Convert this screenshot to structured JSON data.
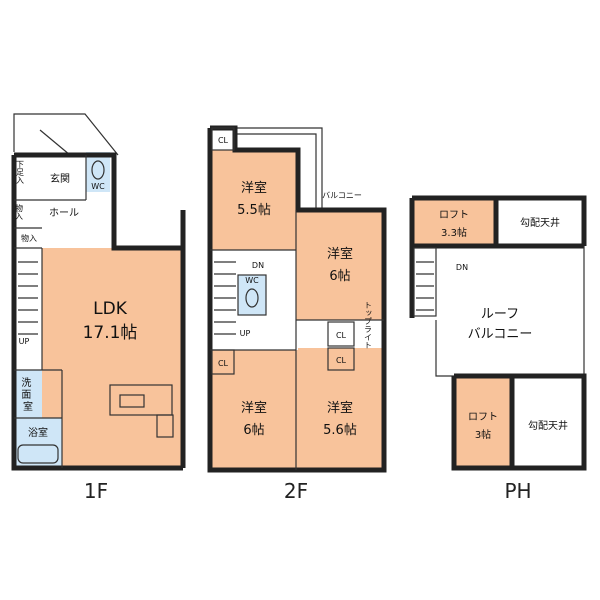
{
  "floors": {
    "f1": "1F",
    "f2": "2F",
    "ph": "PH"
  },
  "rooms_1f": {
    "genkan": "玄関",
    "wc": "WC",
    "shitaashi_iri": "下足入",
    "monoire_1": "物入",
    "monoire_2": "物入",
    "hall": "ホール",
    "ldk_name": "LDK",
    "ldk_size": "17.1帖",
    "senmen": "洗\n面\n室",
    "yokushitsu": "浴室",
    "up": "UP"
  },
  "rooms_2f": {
    "cl_1": "CL",
    "cl_2": "CL",
    "cl_3": "CL",
    "cl_4": "CL",
    "youshitsu_a_name": "洋室",
    "youshitsu_a_size": "5.5帖",
    "youshitsu_b_name": "洋室",
    "youshitsu_b_size": "6帖",
    "youshitsu_c_name": "洋室",
    "youshitsu_c_size": "6帖",
    "youshitsu_d_name": "洋室",
    "youshitsu_d_size": "5.6帖",
    "balcony": "バルコニー",
    "toplight": "トップライト",
    "wc": "WC",
    "dn": "DN",
    "up": "UP"
  },
  "rooms_ph": {
    "loft_a_name": "ロフト",
    "loft_a_size": "3.3帖",
    "koubai_a": "勾配天井",
    "roof_balcony_1": "ルーフ",
    "roof_balcony_2": "バルコニー",
    "loft_b_name": "ロフト",
    "loft_b_size": "3帖",
    "koubai_b": "勾配天井",
    "dn": "DN"
  },
  "colors": {
    "room_fill": "#f8c39b",
    "wet_fill": "#cfe6f7",
    "wall": "#222222"
  }
}
